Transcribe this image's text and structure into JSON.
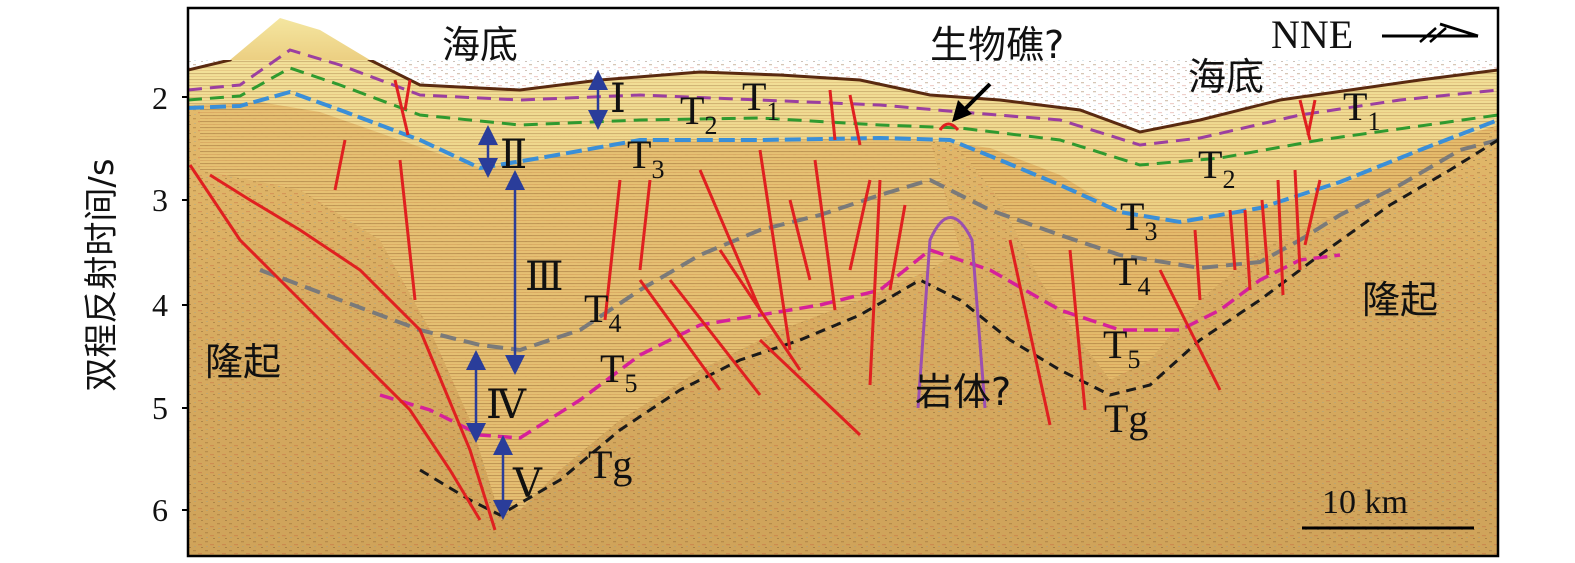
{
  "axis": {
    "y_label": "双程反射时间/s",
    "y_ticks": [
      "2",
      "3",
      "4",
      "5",
      "6"
    ]
  },
  "labels": {
    "seafloor_left": "海底",
    "seafloor_right": "海底",
    "reef": "生物礁?",
    "uplift_left": "隆起",
    "uplift_right": "隆起",
    "rock_body": "岩体?",
    "direction": "NNE"
  },
  "horizons": {
    "T1_left": {
      "base": "T",
      "sub": "1"
    },
    "T2_left": {
      "base": "T",
      "sub": "2"
    },
    "T3_left": {
      "base": "T",
      "sub": "3"
    },
    "T4_left": {
      "base": "T",
      "sub": "4"
    },
    "T5_left": {
      "base": "T",
      "sub": "5"
    },
    "Tg_left": "Tg",
    "T1_right": {
      "base": "T",
      "sub": "1"
    },
    "T2_right": {
      "base": "T",
      "sub": "2"
    },
    "T3_right": {
      "base": "T",
      "sub": "3"
    },
    "T4_right": {
      "base": "T",
      "sub": "4"
    },
    "T5_right": {
      "base": "T",
      "sub": "5"
    },
    "Tg_right": "Tg"
  },
  "sequences": [
    "Ⅰ",
    "Ⅱ",
    "Ⅲ",
    "Ⅳ",
    "Ⅴ"
  ],
  "scale_bar": "10 km",
  "colors": {
    "fault": "#e02020",
    "T1": "#9b3fa0",
    "T2": "#2f9a2f",
    "T3": "#3a8fd8",
    "T4": "#7a7a7a",
    "T5": "#d6209a",
    "Tg": "#1a1a1a",
    "interval_arrow": "#2a3d9a",
    "rock_body": "#9b4fb0"
  }
}
